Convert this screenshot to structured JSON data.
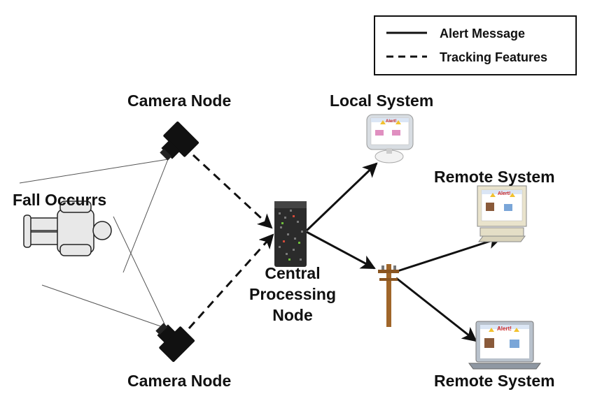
{
  "legend": {
    "solid_label": "Alert Message",
    "dashed_label": "Tracking Features"
  },
  "nodes": {
    "camera_top": "Camera Node",
    "camera_bottom": "Camera Node",
    "fall": "Fall Occurrs",
    "central_line1": "Central",
    "central_line2": "Processing",
    "central_line3": "Node",
    "local": "Local System",
    "remote1": "Remote System",
    "remote2": "Remote System"
  },
  "screen_text": {
    "alert": "Alert!"
  },
  "colors": {
    "ink": "#111111",
    "pole": "#a0662a",
    "alert_red": "#cc2222",
    "warning_yellow": "#f2c12e",
    "server": "#2b2b2b"
  }
}
